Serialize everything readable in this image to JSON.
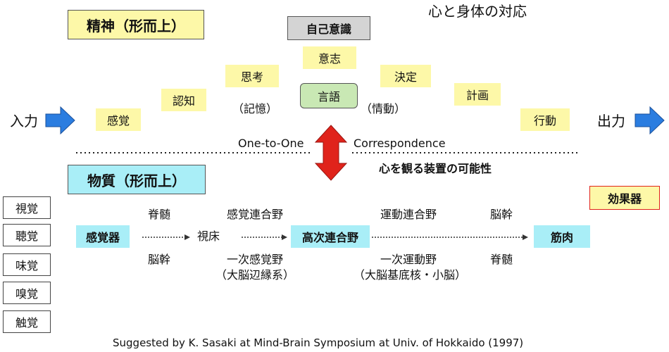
{
  "title": "心と身体の対応",
  "seishin_label": "精神（形而上）",
  "busshitsu_label": "物質（形而上）",
  "jiko_ishiki": "自己意識",
  "top_nodes": {
    "kankaku": "感覚",
    "ninchi": "認知",
    "shikou": "思考",
    "kioku": "（記憶）",
    "ishi": "意志",
    "gengo": "言語",
    "jodo": "（情動）",
    "kettei": "決定",
    "keikaku": "計画",
    "kodo": "行動"
  },
  "input_label": "入力",
  "output_label": "出力",
  "one_to_one": "One-to-One",
  "correspondence": "Correspondence",
  "device_text": "心を観る装置の可能性",
  "effector": "効果器",
  "senses": [
    "視覚",
    "聴覚",
    "味覚",
    "嗅覚",
    "触覚"
  ],
  "bottom_nodes": {
    "kankakuki": "感覚器",
    "sekizui_top": "脊髄",
    "nokan_bottom": "脳幹",
    "shishou": "視床",
    "kankaku_rengoya": "感覚連合野",
    "ichiji_kankakuya": "一次感覚野",
    "daino_henenkei": "（大脳辺縁系）",
    "koji_rengoya": "高次連合野",
    "undo_rengoya": "運動連合野",
    "ichiji_undoya": "一次運動野",
    "daino_kitei": "（大脳基底核・小脳）",
    "nokan_top": "脳幹",
    "sekizui_bottom": "脊髄",
    "kinniku": "筋肉"
  },
  "footer": "Suggested by K. Sasaki at Mind-Brain Symposium at Univ. of Hokkaido (1997)",
  "colors": {
    "yellow_box": "#fdf8a8",
    "cyan_box": "#a9eef7",
    "gray_box": "#d4d4d4",
    "green_box": "#c9e8b4",
    "blue_arrow": "#2b7de0",
    "red_arrow": "#e0231b",
    "effector_border": "#e0231b",
    "effector_fill": "#fdf8a8"
  }
}
